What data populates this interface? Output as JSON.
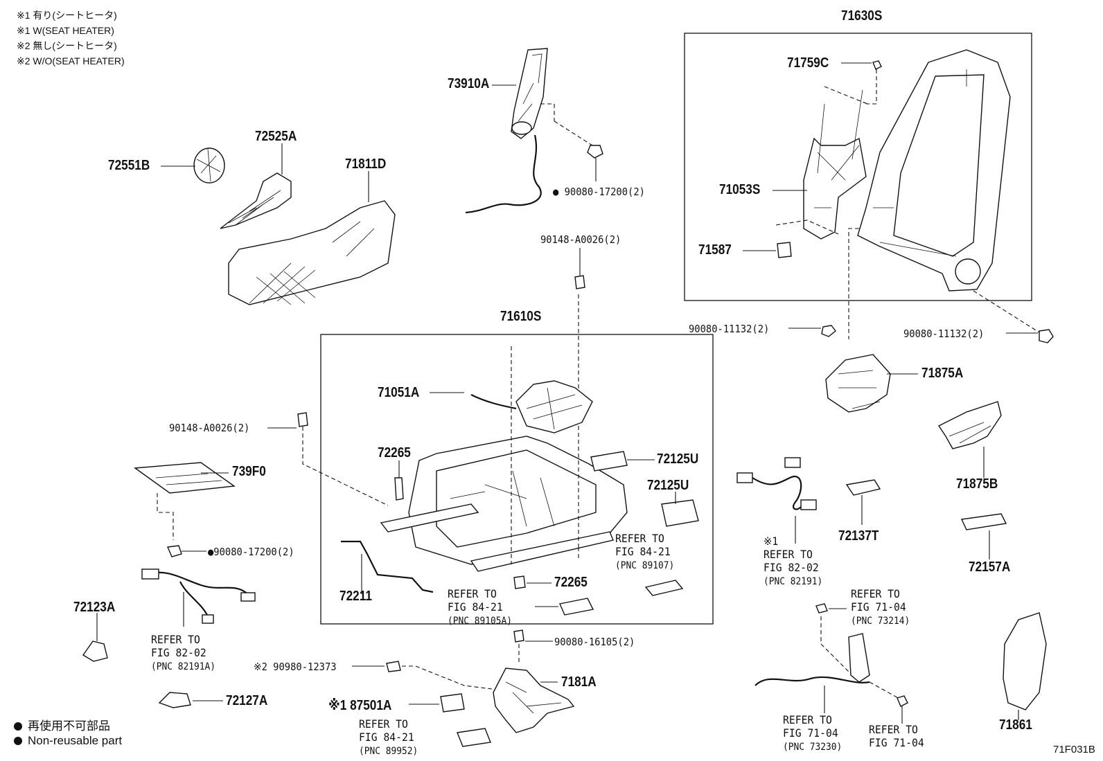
{
  "notes": {
    "n1_jp": "※1 有り(シートヒータ)",
    "n1_en": "※1 W(SEAT HEATER)",
    "n2_jp": "※2 無し(シートヒータ)",
    "n2_en": "※2 W/O(SEAT HEATER)"
  },
  "legend": {
    "jp": "再使用不可部品",
    "en": "Non-reusable part"
  },
  "figure_id": "71F031B",
  "groups": {
    "frame_back": "71630S",
    "frame_cushion": "71610S"
  },
  "labels": {
    "p73910A": "73910A",
    "p72525A": "72525A",
    "p72551B": "72551B",
    "p71811D": "71811D",
    "p71759C": "71759C",
    "p71053S": "71053S",
    "p71587": "71587",
    "p71051A": "71051A",
    "p72265a": "72265",
    "p72265b": "72265",
    "p72125Ua": "72125U",
    "p72125Ub": "72125U",
    "p739F0": "739F0",
    "p72211": "72211",
    "p72123A": "72123A",
    "p72127A": "72127A",
    "p71875A": "71875A",
    "p71875B": "71875B",
    "p72137T": "72137T",
    "p72157A": "72157A",
    "p7181A": "7181A",
    "p87501A": "※1 87501A",
    "p71861": "71861"
  },
  "part_numbers": {
    "pn_90080_17200_top": "● 90080-17200(2)",
    "pn_90148_top": "90148-A0026(2)",
    "pn_90148_left": "90148-A0026(2)",
    "pn_90080_17200_left": "●90080-17200(2)",
    "pn_90080_11132_a": "90080-11132(2)",
    "pn_90080_11132_b": "90080-11132(2)",
    "pn_90080_16105": "90080-16105(2)",
    "pn_90980_12373": "※2 90980-12373"
  },
  "refs": {
    "r_89107": {
      "l1": "REFER TO",
      "l2": "FIG 84-21",
      "l3": "(PNC 89107)"
    },
    "r_89105A": {
      "l1": "REFER TO",
      "l2": "FIG 84-21",
      "l3": "(PNC 89105A)"
    },
    "r_82191A": {
      "l1": "REFER TO",
      "l2": "FIG 82-02",
      "l3": "(PNC 82191A)"
    },
    "r_82191": {
      "l0": "※1",
      "l1": "REFER TO",
      "l2": "FIG 82-02",
      "l3": "(PNC 82191)"
    },
    "r_73214": {
      "l1": "REFER TO",
      "l2": "FIG 71-04",
      "l3": "(PNC 73214)"
    },
    "r_89952": {
      "l1": "REFER TO",
      "l2": "FIG 84-21",
      "l3": "(PNC 89952)"
    },
    "r_73230": {
      "l1": "REFER TO",
      "l2": "FIG 71-04",
      "l3": "(PNC 73230)"
    },
    "r_7104": {
      "l1": "REFER TO",
      "l2": "FIG 71-04"
    }
  }
}
